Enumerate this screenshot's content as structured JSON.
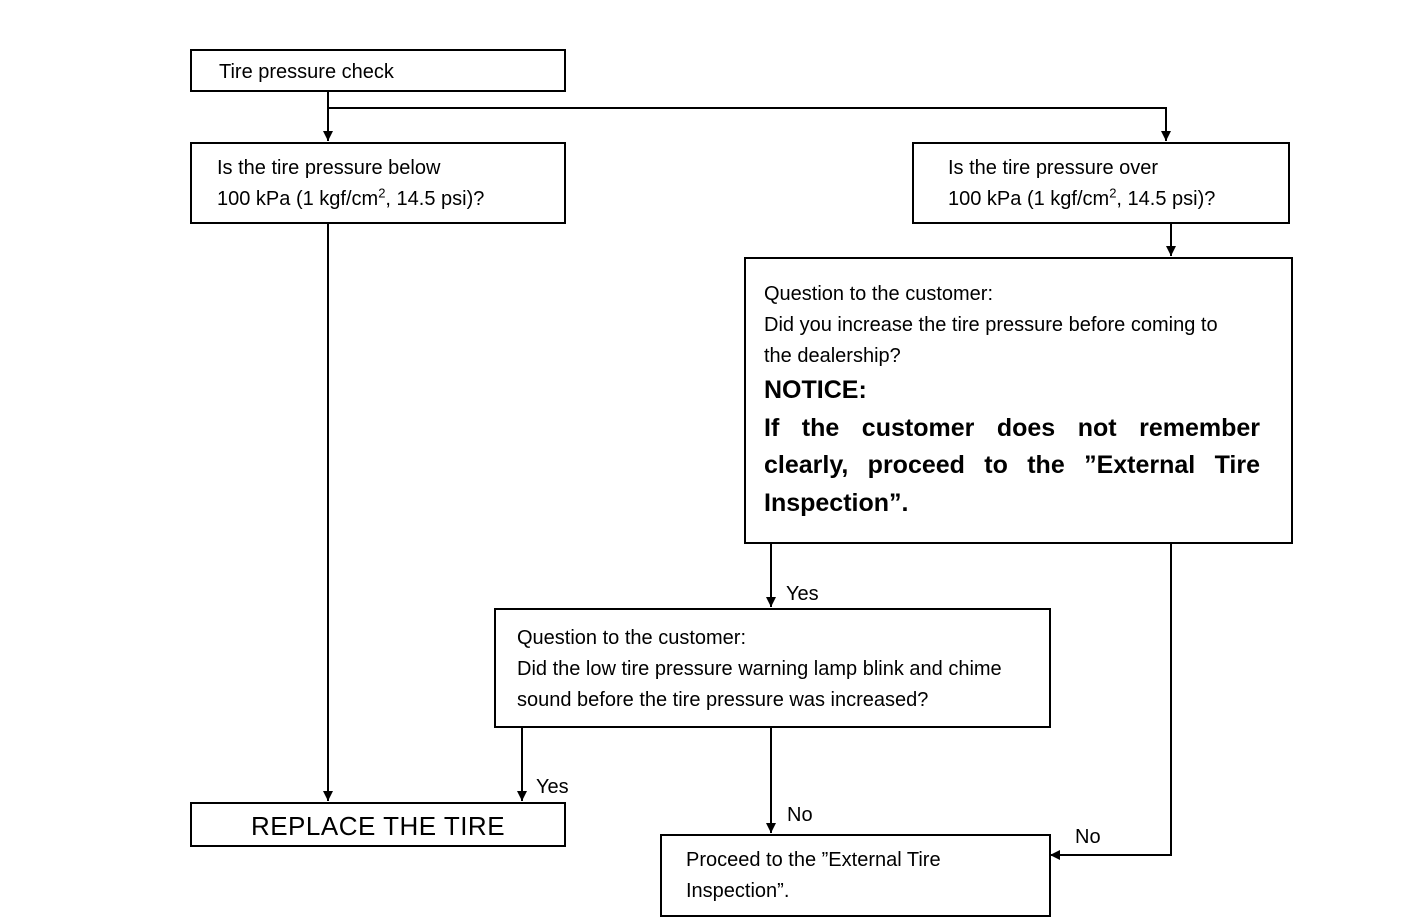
{
  "flowchart": {
    "start": {
      "text": "Tire pressure check"
    },
    "check_below": {
      "line1": "Is the tire pressure below",
      "line2_pre": "100 kPa (1 kgf/cm",
      "line2_sup": "2",
      "line2_post": ", 14.5 psi)?"
    },
    "check_over": {
      "line1": "Is the tire pressure over",
      "line2_pre": "100 kPa (1 kgf/cm",
      "line2_sup": "2",
      "line2_post": ", 14.5 psi)?"
    },
    "question_increase": {
      "line1": "Question to the customer:",
      "line2": "Did you increase the tire pressure before coming to",
      "line3": "the dealership?",
      "notice_title": "NOTICE:",
      "notice_body": "If the customer does not remember clearly, proceed to the ”External Tire Inspection”."
    },
    "question_lamp": {
      "line1": "Question to the customer:",
      "line2": "Did the low tire pressure warning lamp blink and chime",
      "line3": "sound before the tire pressure was increased?"
    },
    "replace": {
      "text": "REPLACE THE TIRE"
    },
    "external": {
      "line1": "Proceed to the ”External Tire",
      "line2": "Inspection”."
    },
    "edge_labels": {
      "increase_yes": "Yes",
      "lamp_yes": "Yes",
      "lamp_no": "No",
      "increase_no": "No"
    }
  }
}
